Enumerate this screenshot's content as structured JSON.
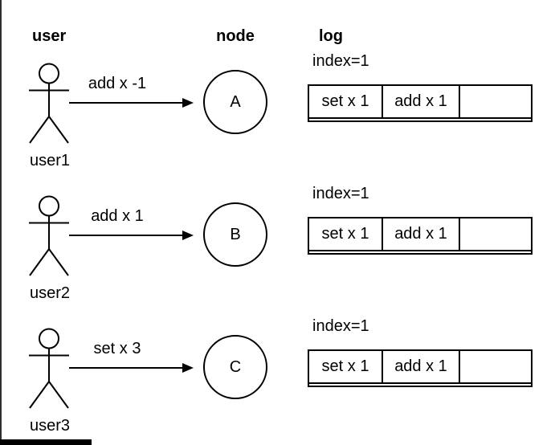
{
  "headers": {
    "user": "user",
    "node": "node",
    "log": "log"
  },
  "rows": [
    {
      "user_label": "user1",
      "message": "add x -1",
      "node_label": "A",
      "log_index": "index=1",
      "log_cells": [
        "set x 1",
        "add x 1",
        ""
      ]
    },
    {
      "user_label": "user2",
      "message": "add x 1",
      "node_label": "B",
      "log_index": "index=1",
      "log_cells": [
        "set x 1",
        "add x 1",
        ""
      ]
    },
    {
      "user_label": "user3",
      "message": "set x 3",
      "node_label": "C",
      "log_index": "index=1",
      "log_cells": [
        "set x 1",
        "add x 1",
        ""
      ]
    }
  ],
  "icons": {
    "actor": "stick-figure-icon",
    "arrow": "arrow-right-icon"
  },
  "colors": {
    "stroke": "#000000",
    "background": "#ffffff",
    "text": "#000000",
    "left_edge": "#2e2e2e",
    "bottom_bar": "#000000"
  }
}
